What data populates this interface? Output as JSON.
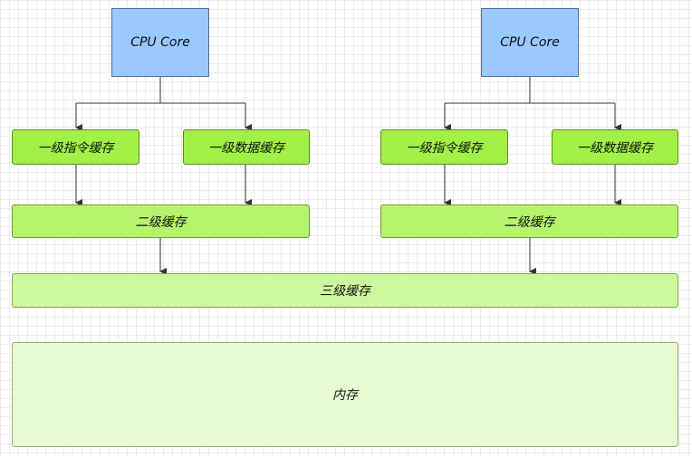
{
  "left_core": {
    "cpu_label": "CPU Core",
    "l1_instruction_label": "一级指令缓存",
    "l1_data_label": "一级数据缓存",
    "l2_label": "二级缓存"
  },
  "right_core": {
    "cpu_label": "CPU Core",
    "l1_instruction_label": "一级指令缓存",
    "l1_data_label": "一级数据缓存",
    "l2_label": "二级缓存"
  },
  "l3_label": "三级缓存",
  "memory_label": "内存",
  "colors": {
    "cpu": "#99c9ff",
    "l1": "#a0f046",
    "l2": "#b6f46c",
    "l3": "#cdf79c",
    "memory": "#e6fbd0",
    "connector": "#333333"
  }
}
